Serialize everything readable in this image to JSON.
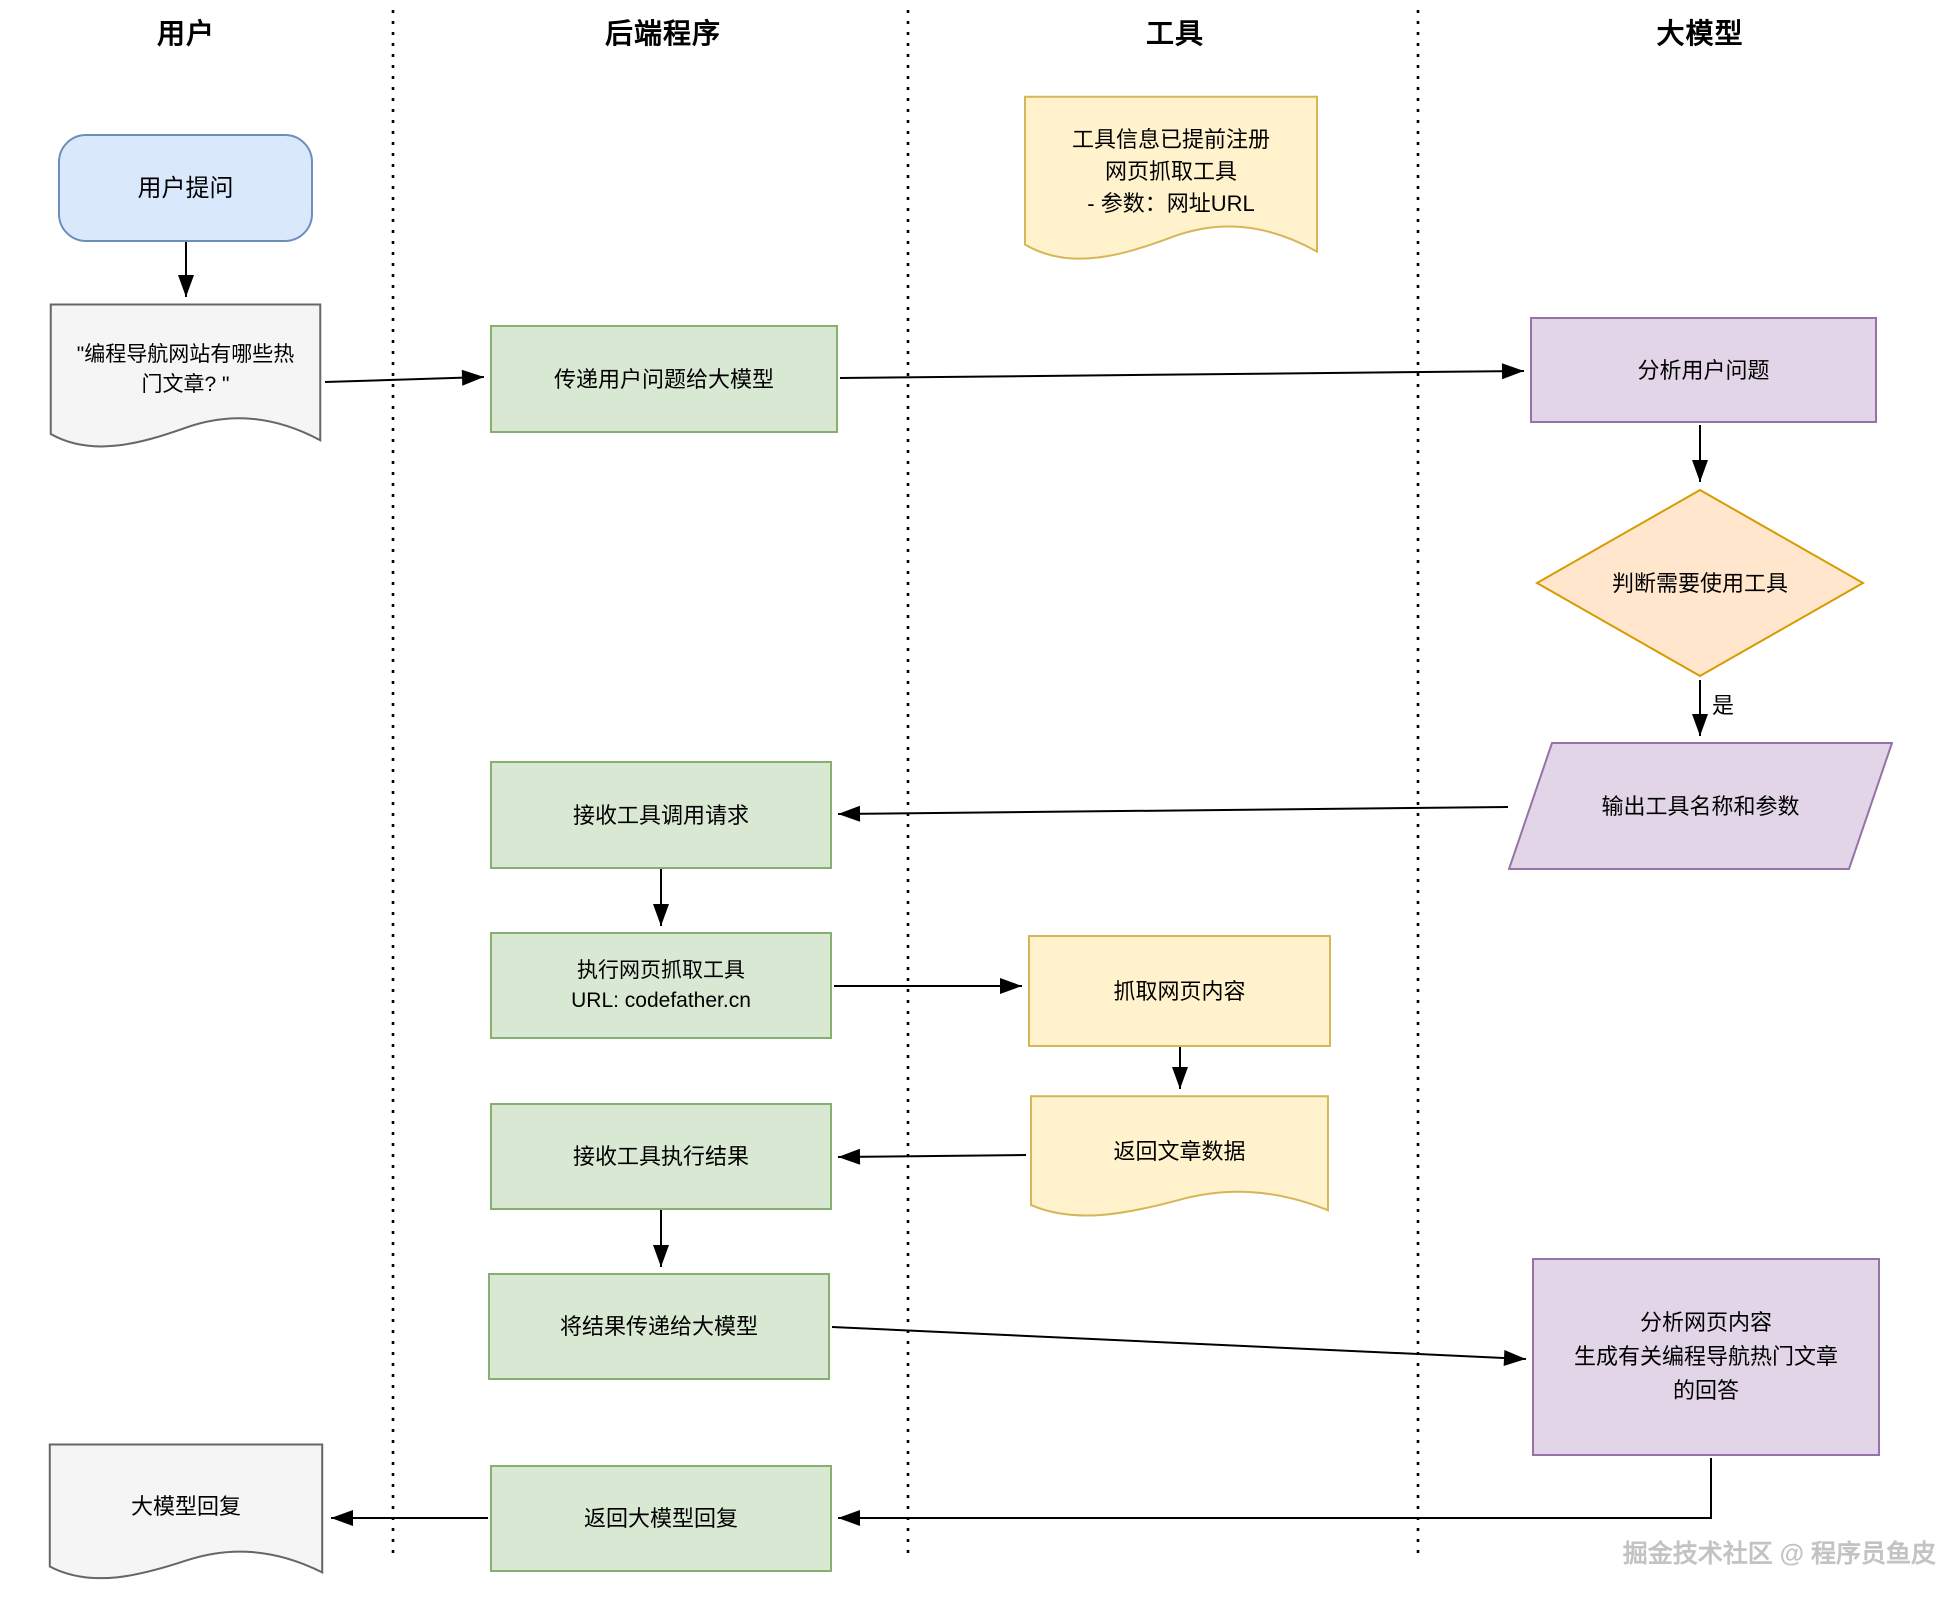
{
  "lanes": [
    {
      "label": "用户"
    },
    {
      "label": "后端程序"
    },
    {
      "label": "工具"
    },
    {
      "label": "大模型"
    }
  ],
  "nodes": {
    "user_question": "用户提问",
    "question_doc": "\"编程导航网站有哪些热\n门文章? \"",
    "tool_note": "工具信息已提前注册\n网页抓取工具\n- 参数：网址URL",
    "pass_question": "传递用户问题给大模型",
    "analyze_question": "分析用户问题",
    "decide_tool": "判断需要使用工具",
    "output_tool": "输出工具名称和参数",
    "receive_call": "接收工具调用请求",
    "exec_tool": "执行网页抓取工具\nURL: codefather.cn",
    "scrape_page": "抓取网页内容",
    "return_articles": "返回文章数据",
    "receive_result": "接收工具执行结果",
    "pass_result": "将结果传递给大模型",
    "analyze_content": "分析网页内容\n生成有关编程导航热门文章\n的回答",
    "return_reply": "返回大模型回复",
    "model_reply": "大模型回复"
  },
  "edge_labels": {
    "yes": "是"
  },
  "watermark": "掘金技术社区 @ 程序员鱼皮",
  "colors": {
    "blue_fill": "#dae8fc",
    "blue_stroke": "#6c8ebf",
    "green_fill": "#d9e8d3",
    "green_stroke": "#85b06f",
    "yellow_fill": "#fff2cc",
    "yellow_stroke": "#d6b656",
    "orange_fill": "#ffe6cc",
    "orange_stroke": "#d79b00",
    "purple_fill": "#e1d5e7",
    "purple_stroke": "#9673a6",
    "document_fill": "#f5f5f5",
    "document_stroke": "#666666",
    "line_color": "#000000",
    "watermark_color": "#c3c3c3"
  }
}
